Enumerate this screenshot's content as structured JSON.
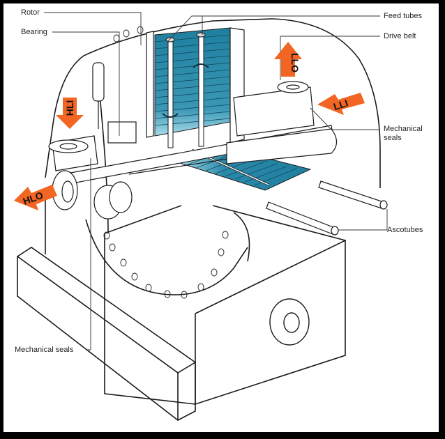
{
  "diagram": {
    "title": "Rotary exchanger cutaway",
    "colors": {
      "frame": "#000000",
      "background": "#ffffff",
      "line": "#1a1a1a",
      "flow_arrow": "#f26522",
      "plate_dark": "#1f7f9f",
      "plate_light": "#8fd0e0"
    },
    "callouts": {
      "rotor": "Rotor",
      "bearing": "Bearing",
      "feed_tubes": "Feed tubes",
      "drive_belt": "Drive belt",
      "mechanical_seals_right_line1": "Mechanical",
      "mechanical_seals_right_line2": "seals",
      "ascotubes": "Ascotubes",
      "mechanical_seals_left": "Mechanical seals"
    },
    "flow_arrows": {
      "hli": "HLI",
      "hlo": "HLO",
      "llo": "LLO",
      "lli": "LLI"
    }
  }
}
